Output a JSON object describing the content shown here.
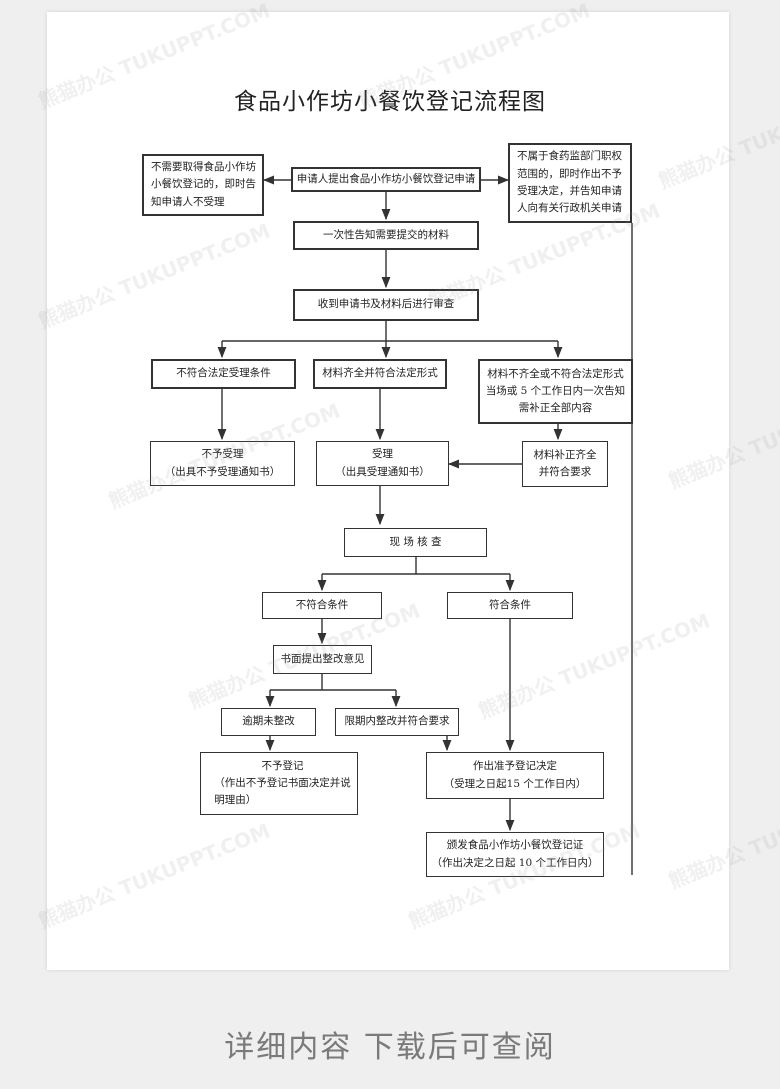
{
  "title": "食品小作坊小餐饮登记流程图",
  "nodes": {
    "no_need": [
      "不需要取得食品小作坊",
      "小餐饮登记的，即时告",
      "知申请人不受理"
    ],
    "apply": "申请人提出食品小作坊小餐饮登记申请",
    "not_in_scope": [
      "不属于食药监部门职权",
      "范围的，即时作出不予",
      "受理决定，并告知申请",
      "人向有关行政机关申请"
    ],
    "notify_once": "一次性告知需要提交的材料",
    "review": "收到申请书及材料后进行审查",
    "not_meet": "不符合法定受理条件",
    "complete": "材料齐全并符合法定形式",
    "incomplete": [
      "材料不齐全或不符合法定形式",
      "当场或 5 个工作日内一次告知",
      "需补正全部内容"
    ],
    "reject": [
      "不予受理",
      "（出具不予受理通知书）"
    ],
    "accept": [
      "受理",
      "（出具受理通知书）"
    ],
    "supplement": [
      "材料补正齐全",
      "并符合要求"
    ],
    "inspect": "现 场 核 查",
    "fail": "不符合条件",
    "pass": "符合条件",
    "rectify": "书面提出整改意见",
    "overdue": "逾期未整改",
    "rectified": "限期内整改并符合要求",
    "deny": [
      "不予登记",
      "（作出不予登记书面决定并说",
      "明理由）"
    ],
    "approve": [
      "作出准予登记决定",
      "（受理之日起15 个工作日内）"
    ],
    "issue": [
      "颁发食品小作坊小餐饮登记证",
      "（作出决定之日起 10 个工作日内）"
    ]
  },
  "footer": "详细内容 下载后可查阅",
  "watermark": "熊猫办公 TUKUPPT.COM",
  "colors": {
    "line": "#333333",
    "page": "#ffffff",
    "background": "#efefef",
    "footer": "#7a7a7a"
  }
}
